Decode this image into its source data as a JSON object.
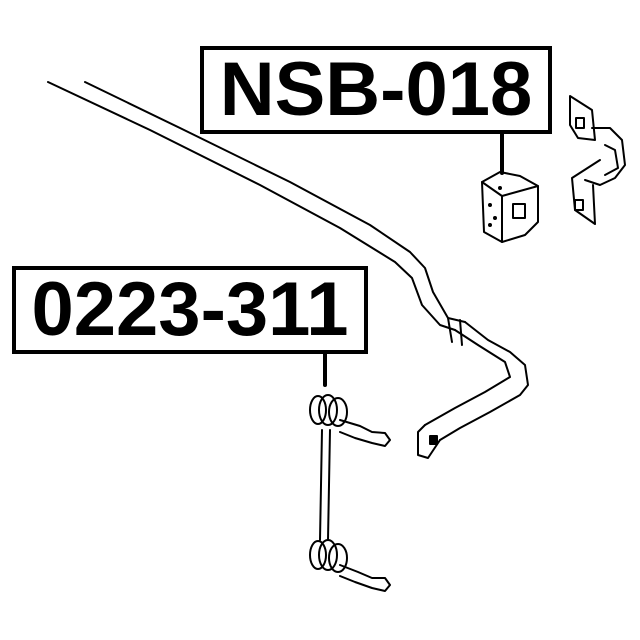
{
  "diagram": {
    "type": "exploded parts diagram",
    "subject": "stabilizer bar assembly",
    "colors": {
      "line": "#000000",
      "background": "#ffffff"
    },
    "callouts": [
      {
        "part_number": "NSB-018",
        "points_to": "stabilizer bar bushing"
      },
      {
        "part_number": "0223-311",
        "points_to": "stabilizer link"
      }
    ],
    "components": [
      "stabilizer-bar",
      "stabilizer-bar-bushing",
      "bushing-bracket",
      "stabilizer-link"
    ]
  }
}
